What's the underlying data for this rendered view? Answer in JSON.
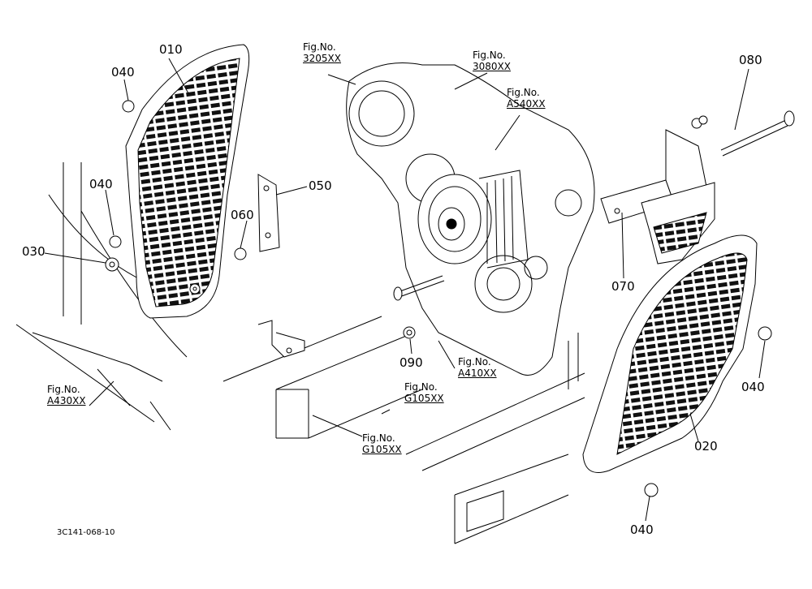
{
  "parts": [
    {
      "id": "part-010",
      "label": "010"
    },
    {
      "id": "part-020",
      "label": "020"
    },
    {
      "id": "part-030",
      "label": "030"
    },
    {
      "id": "part-040-a",
      "label": "040"
    },
    {
      "id": "part-040-b",
      "label": "040"
    },
    {
      "id": "part-040-c",
      "label": "040"
    },
    {
      "id": "part-040-d",
      "label": "040"
    },
    {
      "id": "part-050",
      "label": "050"
    },
    {
      "id": "part-060",
      "label": "060"
    },
    {
      "id": "part-070",
      "label": "070"
    },
    {
      "id": "part-080",
      "label": "080"
    },
    {
      "id": "part-090",
      "label": "090"
    }
  ],
  "figure_refs": [
    {
      "prefix": "Fig.No.",
      "code": "3205XX"
    },
    {
      "prefix": "Fig.No.",
      "code": "3080XX"
    },
    {
      "prefix": "Fig.No.",
      "code": "A540XX"
    },
    {
      "prefix": "Fig.No.",
      "code": "A410XX"
    },
    {
      "prefix": "Fig.No.",
      "code": "G105XX"
    },
    {
      "prefix": "Fig.No.",
      "code": "G105XX"
    },
    {
      "prefix": "Fig.No.",
      "code": "A430XX"
    }
  ],
  "drawing_id": "3C141-068-10",
  "colors": {
    "ink": "#000000",
    "paper": "#ffffff"
  }
}
